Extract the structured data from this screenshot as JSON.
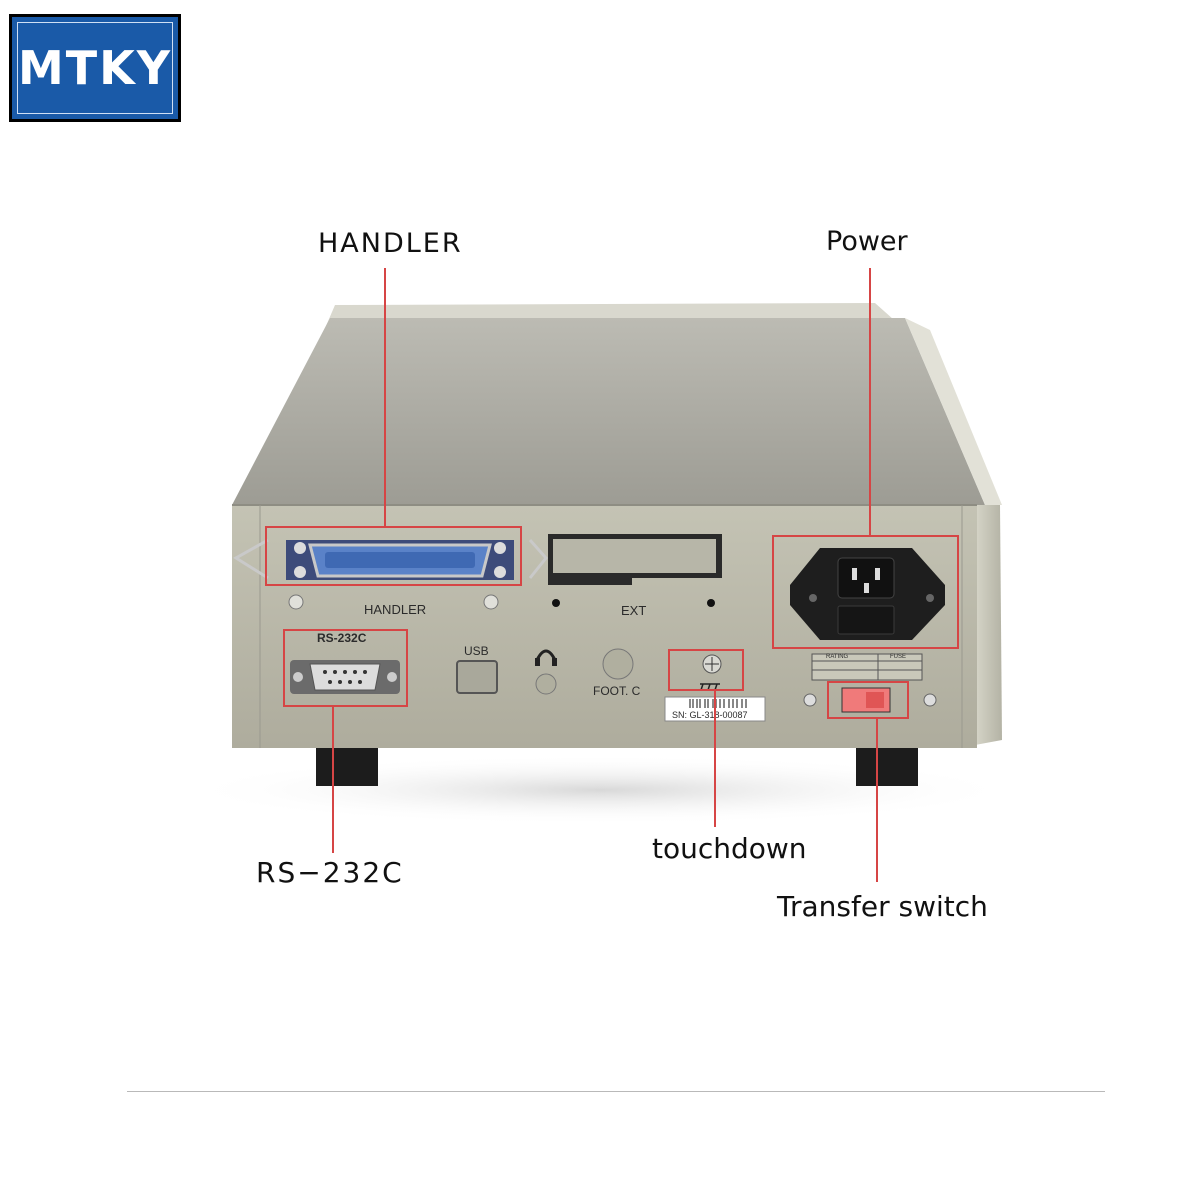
{
  "brand": {
    "logo_text": "MTKY"
  },
  "callouts": {
    "handler": "HANDLER",
    "power": "Power",
    "rs232c": "RS−232C",
    "touchdown": "touchdown",
    "transfer_switch": "Transfer switch"
  },
  "panel_labels": {
    "handler": "HANDLER",
    "ext": "EXT",
    "rs232c": "RS-232C",
    "usb": "USB",
    "foot_c": "FOOT. C",
    "rating": "RATING",
    "fuse": "FUSE",
    "serial": "SN: GL-318-00087"
  },
  "colors": {
    "logo_blue": "#1a5aa8",
    "highlight_red": "#d64545",
    "chassis": "#b8b7a8"
  }
}
